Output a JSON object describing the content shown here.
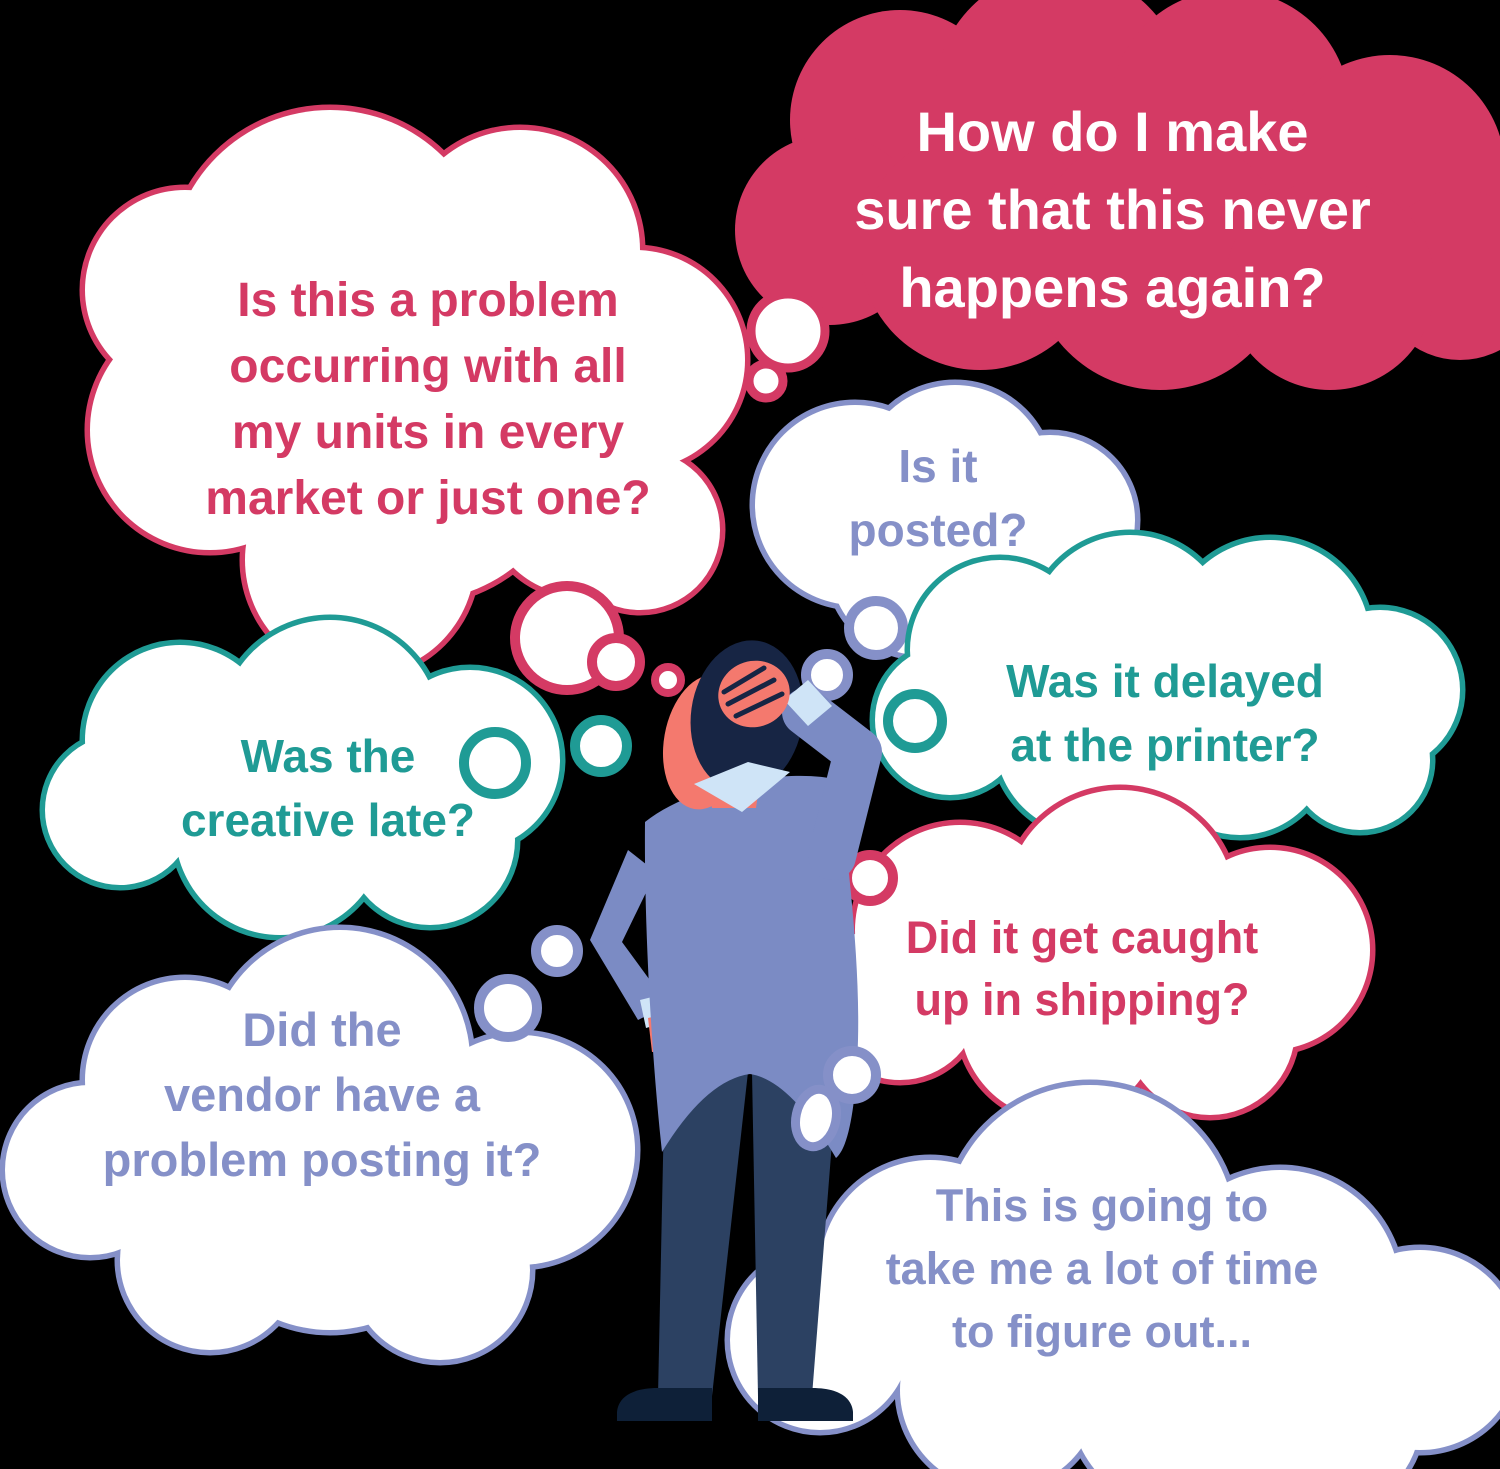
{
  "illustration": {
    "background_color": "#000000",
    "palette": {
      "pink": "#d43a64",
      "teal": "#1f9b95",
      "periwinkle": "#8590c8",
      "white": "#ffffff"
    },
    "figure": {
      "description": "man seen from behind scratching his head in confusion",
      "colors": {
        "suit": "#7b8bc4",
        "skin": "#f4796e",
        "hair": "#172544",
        "pants": "#2c4162",
        "shoes": "#0e2038",
        "shirt": "#cfe4f7"
      }
    },
    "bubbles": [
      {
        "id": "never-again",
        "style": "filled-pink",
        "border_color": "#d43a64",
        "fill_color": "#d43a64",
        "text_color": "#ffffff",
        "text": "How do I make\nsure that this never\nhappens again?"
      },
      {
        "id": "all-units",
        "style": "outline-pink",
        "border_color": "#d43a64",
        "fill_color": "#ffffff",
        "text_color": "#d43a64",
        "text": "Is this a problem\noccurring with all\nmy units in every\nmarket or just one?"
      },
      {
        "id": "is-it-posted",
        "style": "outline-periwinkle",
        "border_color": "#8590c8",
        "fill_color": "#ffffff",
        "text_color": "#8590c8",
        "text": "Is it\nposted?"
      },
      {
        "id": "delayed-printer",
        "style": "outline-teal",
        "border_color": "#1f9b95",
        "fill_color": "#ffffff",
        "text_color": "#1f9b95",
        "text": "Was it delayed\nat the printer?"
      },
      {
        "id": "creative-late",
        "style": "outline-teal",
        "border_color": "#1f9b95",
        "fill_color": "#ffffff",
        "text_color": "#1f9b95",
        "text": "Was the\ncreative late?"
      },
      {
        "id": "caught-shipping",
        "style": "outline-pink",
        "border_color": "#d43a64",
        "fill_color": "#ffffff",
        "text_color": "#d43a64",
        "text": "Did it get caught\nup in shipping?"
      },
      {
        "id": "vendor-posting",
        "style": "outline-periwinkle",
        "border_color": "#8590c8",
        "fill_color": "#ffffff",
        "text_color": "#8590c8",
        "text": "Did the\nvendor have a\nproblem posting it?"
      },
      {
        "id": "figure-out",
        "style": "outline-periwinkle",
        "border_color": "#8590c8",
        "fill_color": "#ffffff",
        "text_color": "#8590c8",
        "text": "This is going to\ntake me a lot of time\nto figure out..."
      }
    ]
  }
}
